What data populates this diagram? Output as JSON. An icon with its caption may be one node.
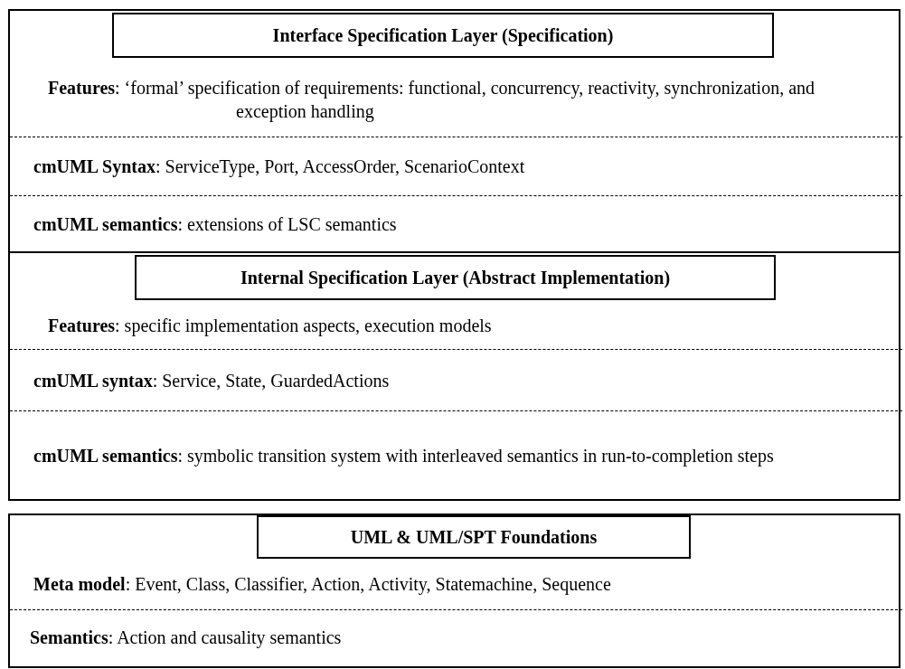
{
  "diagram": {
    "nodes": [
      {
        "text": [],
        "shape": "box"
      },
      {
        "text": [
          "Interface Specification Layer (Specification)"
        ],
        "in": 0
      },
      {
        "text": [
          "**Features**: ‘formal’ specification of requirements: functional, concurrency, reactivity, synchronization, and exception handling"
        ],
        "in": 0
      },
      {
        "text": [
          "**cmUML Syntax**: ServiceType, Port, AccessOrder, ScenarioContext"
        ],
        "in": 0
      },
      {
        "text": [
          "**cmUML semantics**: extensions of LSC semantics"
        ],
        "in": 0
      },
      {
        "text": [],
        "shape": "box"
      },
      {
        "text": [
          "Internal Specification Layer (Abstract Implementation)"
        ],
        "in": 5
      },
      {
        "text": [
          "**Features**: specific implementation aspects, execution models"
        ],
        "in": 5
      },
      {
        "text": [
          "**cmUML syntax**: Service, State, GuardedActions"
        ],
        "in": 5
      },
      {
        "text": [
          "**cmUML semantics**: symbolic transition system with interleaved semantics in run-to-completion steps"
        ],
        "in": 5
      },
      {
        "text": [],
        "shape": "box"
      },
      {
        "text": [
          "UML & UML/SPT Foundations"
        ],
        "in": 10
      },
      {
        "text": [
          "**Meta model**: Event, Class, Classifier, Action, Activity, Statemachine, Sequence"
        ],
        "in": 10
      },
      {
        "text": [
          "**Semantics**: Action and causality semantics"
        ],
        "in": 10
      }
    ]
  }
}
